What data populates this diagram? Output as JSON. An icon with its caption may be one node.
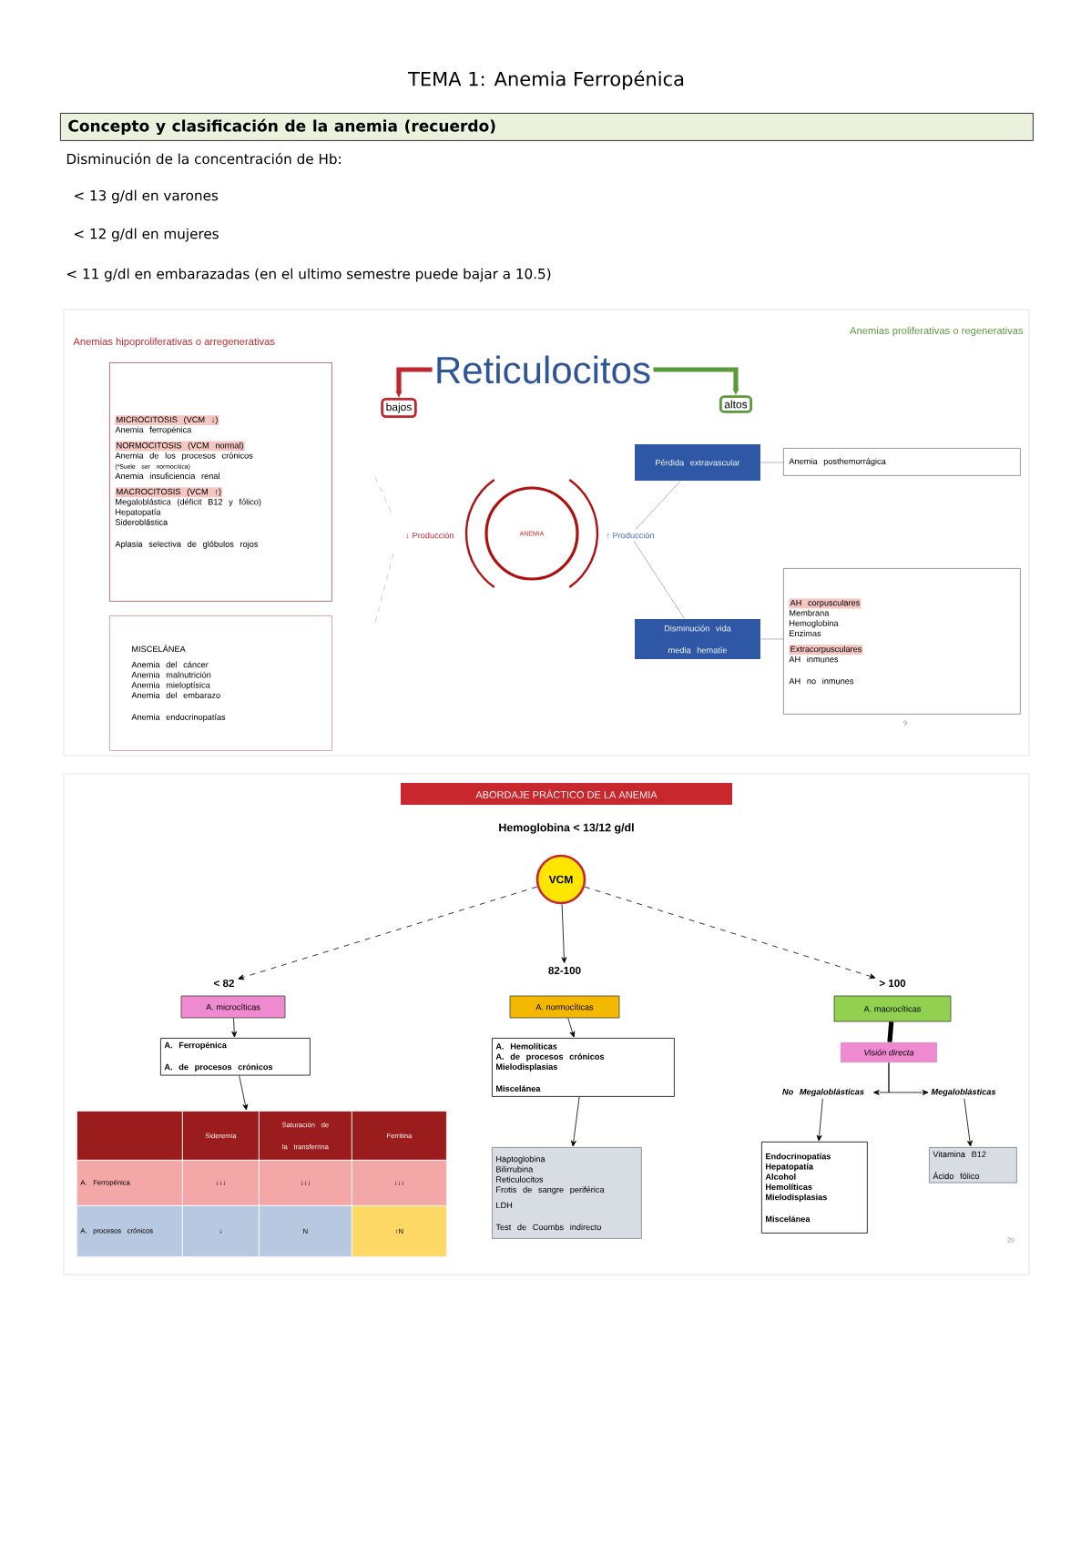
{
  "diagram": {
    "title": "TEMA 1: Anemia Ferropénica",
    "nodes": [
      {
        "text": [
          "Concepto y clasificación de la anemia (recuerdo)"
        ]
      },
      {
        "text": [
          "Reticulocitos"
        ]
      },
      {
        "text": [
          "bajos"
        ]
      },
      {
        "text": [
          "altos"
        ]
      },
      {
        "text": [
          "MICROCITOSIS (VCM ↓)",
          "Anemia ferropénica",
          "NORMOCITOSIS (VCM normal)",
          "Anemia de los procesos crónicos",
          "(*Suele ser normocítica)",
          "Anemia insuficiencia renal",
          "MACROCITOSIS (VCM ↑)",
          "Megaloblástica (déficit B12 y fólico)",
          "Hepatopatía",
          "Sideroblástica",
          "Aplasia selectiva de glóbulos rojos"
        ]
      },
      {
        "text": [
          "MISCELÁNEA",
          "Anemia del cáncer",
          "Anemia malnutrición",
          "Anemia mieloptísica",
          "Anemia del embarazo",
          "Anemia endocrinopatías"
        ]
      },
      {
        "text": [
          "↓ Producción"
        ]
      },
      {
        "text": [
          "ANEMIA"
        ]
      },
      {
        "text": [
          "↑ Producción"
        ]
      },
      {
        "text": [
          "Pérdida extravascular"
        ]
      },
      {
        "text": [
          "Anemia posthemorrágica"
        ]
      },
      {
        "text": [
          "Disminución vida media hematíe"
        ]
      },
      {
        "text": [
          "AH corpusculares",
          "Membrana",
          "Hemoglobina",
          "Enzimas",
          "Extracorpusculares",
          "AH inmunes",
          "AH no inmunes"
        ]
      },
      {
        "text": [
          "ABORDAJE PRÁCTICO DE LA ANEMIA"
        ]
      },
      {
        "text": [
          "VCM"
        ]
      },
      {
        "text": [
          "< 82"
        ]
      },
      {
        "text": [
          "82-100"
        ]
      },
      {
        "text": [
          "> 100"
        ]
      },
      {
        "text": [
          "A. microcíticas"
        ]
      },
      {
        "text": [
          "A. Ferropénica",
          "A. de procesos crónicos"
        ]
      },
      {
        "text": [],
        "shape": "box"
      },
      {
        "text": [
          "A. normocíticas"
        ]
      },
      {
        "text": [
          "A. Hemolíticas",
          "A. de procesos crónicos",
          "Mielodisplasias",
          "Miscelánea"
        ]
      },
      {
        "text": [
          "Haptoglobina",
          "Bilirrubina",
          "Reticulocitos",
          "Frotis de sangre periférica",
          "LDH",
          "Test de Coombs indirecto"
        ]
      },
      {
        "text": [
          "A. macrocíticas"
        ]
      },
      {
        "text": [
          "Visión directa"
        ]
      },
      {
        "text": [
          "No Megaloblásticas"
        ]
      },
      {
        "text": [
          "Megaloblásticas"
        ]
      },
      {
        "text": [
          "Endocrinopatías",
          "Hepatopatía",
          "Alcohol",
          "Hemolíticas",
          "Mielodisplasias",
          "Miscelánea"
        ]
      },
      {
        "text": [
          "Vitamina B12",
          "Ácido fólico"
        ]
      }
    ],
    "edges": [
      {
        "from": 1,
        "to": 2,
        "arrow": "to",
        "style": "thick",
        "color": "#c0262d"
      },
      {
        "from": 1,
        "to": 3,
        "arrow": "to",
        "style": "thick",
        "color": "#5a9a3a"
      },
      {
        "from": 8,
        "to": 9,
        "arrow": "none",
        "color": "#a6a6a6"
      },
      {
        "from": 8,
        "to": 11,
        "arrow": "none",
        "color": "#a6a6a6"
      },
      {
        "from": 9,
        "to": 10,
        "arrow": "none",
        "color": "#a6a6a6"
      },
      {
        "from": 11,
        "to": 12,
        "arrow": "none",
        "color": "#a6a6a6"
      },
      {
        "from": 14,
        "to": 15,
        "arrow": "to",
        "style": "dashed"
      },
      {
        "from": 14,
        "to": 16,
        "arrow": "to"
      },
      {
        "from": 14,
        "to": 17,
        "arrow": "to",
        "style": "dashed"
      },
      {
        "from": 18,
        "to": 19,
        "arrow": "to"
      },
      {
        "from": 19,
        "to": 20,
        "arrow": "to"
      },
      {
        "from": 21,
        "to": 22,
        "arrow": "to"
      },
      {
        "from": 22,
        "to": 23,
        "arrow": "to"
      },
      {
        "from": 24,
        "to": 25,
        "arrow": "none",
        "style": "thick"
      },
      {
        "from": 25,
        "to": 26,
        "arrow": "to"
      },
      {
        "from": 25,
        "to": 27,
        "arrow": "to"
      },
      {
        "from": 26,
        "to": 28,
        "arrow": "to"
      },
      {
        "from": 27,
        "to": 29,
        "arrow": "to"
      }
    ],
    "labels": [
      "Disminución de la concentración de Hb:",
      "< 13 g/dl en varones",
      "< 12 g/dl en mujeres",
      "< 11 g/dl en embarazadas (en el ultimo semestre puede bajar a 10.5)",
      "Anemias hipoproliferativas o arregenerativas",
      "Anemias proliferativas o regenerativas",
      "9",
      "Hemoglobina < 13/12 g/dl",
      "Sideremia",
      "Saturación de la transferrina",
      "Ferritina",
      "A. Ferropénica",
      "↓↓↓",
      "↓↓↓",
      "↓↓↓",
      "A. procesos crónicos",
      "↓",
      "N",
      "↑N",
      "20"
    ]
  }
}
